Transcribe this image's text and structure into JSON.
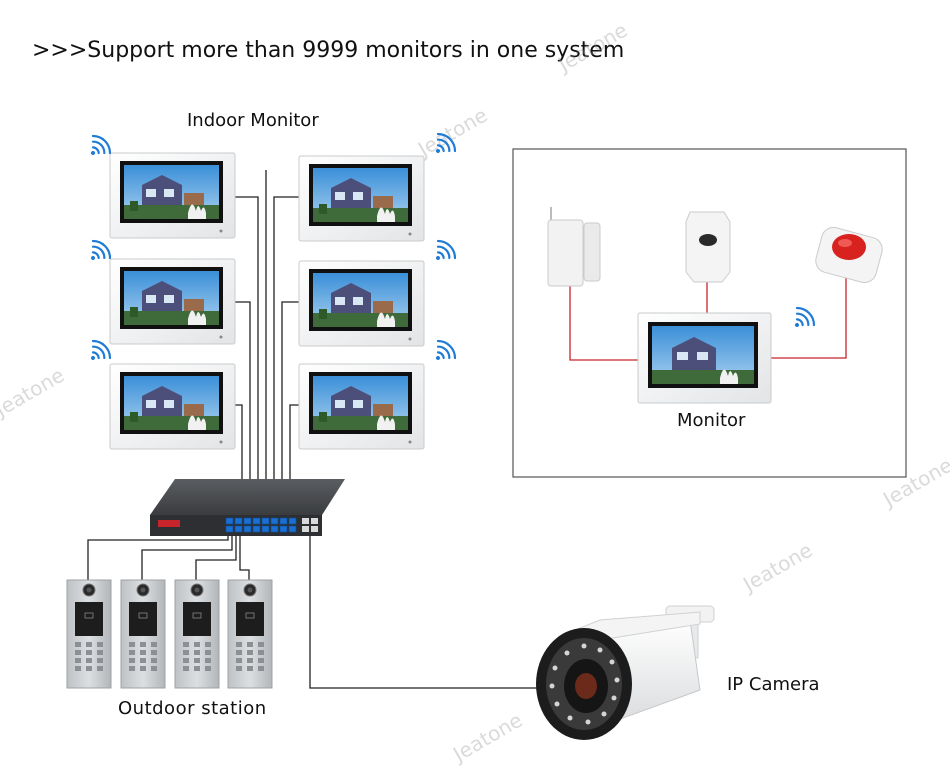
{
  "headline": ">>>Support more than 9999 monitors in one system",
  "labels": {
    "indoor_monitor": "Indoor Monitor",
    "monitor": "Monitor",
    "outdoor_station": "Outdoor station",
    "ip_camera": "IP Camera"
  },
  "watermark": "Jeatone",
  "colors": {
    "cable": "#222222",
    "alarm_cable": "#c8242b",
    "wifi": "#1e7bd6",
    "panel_box": "#555555",
    "switch_port": "#1a6fd0"
  }
}
